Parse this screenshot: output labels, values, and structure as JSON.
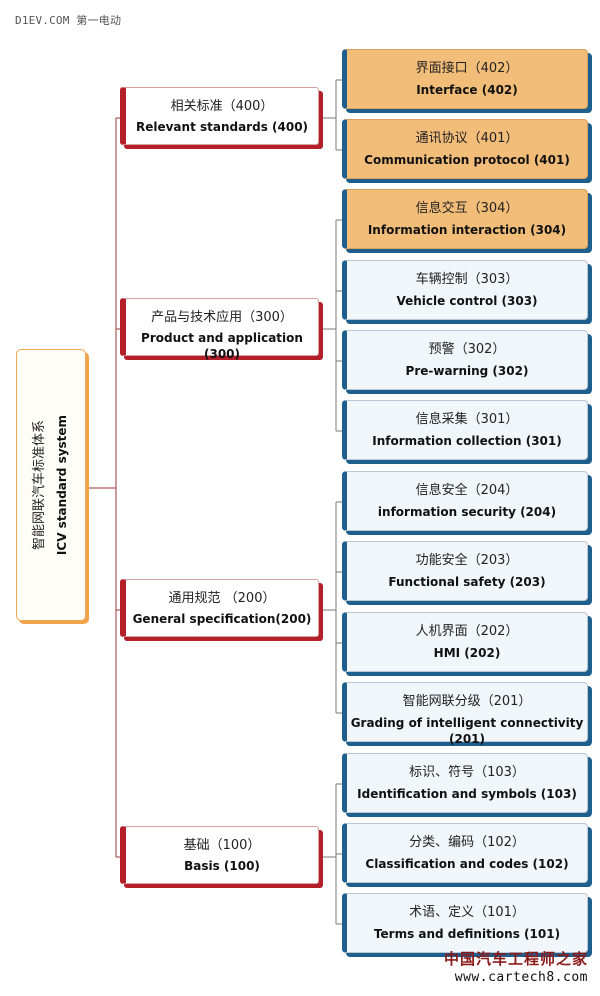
{
  "watermark": {
    "top": "D1EV.COM 第一电动",
    "bottom_cn": "中国汽车工程师之家",
    "bottom_url": "www.cartech8.com"
  },
  "root": {
    "zh": "智能网联汽车标准体系",
    "en": "ICV standard system"
  },
  "categories": [
    {
      "zh": "相关标准（400）",
      "en": "Relevant standards (400)"
    },
    {
      "zh": "产品与技术应用（300）",
      "en": "Product and application (300)"
    },
    {
      "zh": "通用规范 （200）",
      "en": "General specification(200)"
    },
    {
      "zh": "基础（100）",
      "en": "Basis (100)"
    }
  ],
  "leaves": [
    {
      "zh": "界面接口（402）",
      "en": "Interface (402)",
      "style": "orange"
    },
    {
      "zh": "通讯协议（401）",
      "en": "Communication protocol (401)",
      "style": "orange"
    },
    {
      "zh": "信息交互（304）",
      "en": "Information interaction (304)",
      "style": "orange"
    },
    {
      "zh": "车辆控制（303）",
      "en": "Vehicle control (303)",
      "style": "blue"
    },
    {
      "zh": "预警（302）",
      "en": "Pre-warning (302)",
      "style": "blue"
    },
    {
      "zh": "信息采集（301）",
      "en": "Information collection (301)",
      "style": "blue"
    },
    {
      "zh": "信息安全（204）",
      "en": "information security (204)",
      "style": "blue"
    },
    {
      "zh": "功能安全（203）",
      "en": "Functional safety (203)",
      "style": "blue"
    },
    {
      "zh": "人机界面（202）",
      "en": "HMI (202)",
      "style": "blue"
    },
    {
      "zh": "智能网联分级（201）",
      "en": "Grading of intelligent connectivity (201)",
      "style": "blue"
    },
    {
      "zh": "标识、符号（103）",
      "en": "Identification and symbols (103)",
      "style": "blue"
    },
    {
      "zh": "分类、编码（102）",
      "en": "Classification and codes (102)",
      "style": "blue"
    },
    {
      "zh": "术语、定义（101）",
      "en": "Terms and definitions (101)",
      "style": "blue"
    }
  ],
  "colors": {
    "root_accent": "#f0a34a",
    "category_accent": "#b51f2a",
    "leaf_accent": "#1e5f8d",
    "leaf_orange_fill": "#f2bd79",
    "leaf_blue_fill": "#f1f6fa",
    "connector": "#9b3a3a"
  }
}
